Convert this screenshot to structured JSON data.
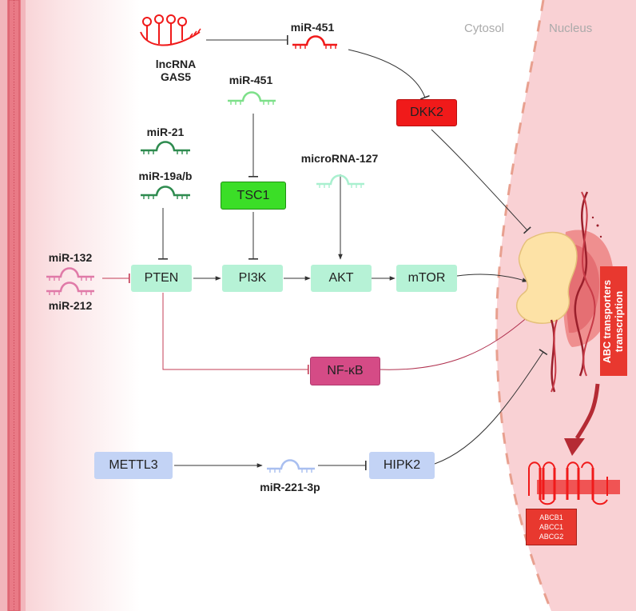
{
  "regions": {
    "cytosol": "Cytosol",
    "nucleus": "Nucleus"
  },
  "labels": {
    "lncrna_line1": "lncRNA",
    "lncrna_line2": "GAS5",
    "mir451_top": "miR-451",
    "mir451_mid": "miR-451",
    "mir21": "miR-21",
    "mir19": "miR-19a/b",
    "microrna127": "microRNA-127",
    "mir132": "miR-132",
    "mir212": "miR-212",
    "mir221": "miR-221-3p"
  },
  "nodes": {
    "dkk2": "DKK2",
    "tsc1": "TSC1",
    "pten": "PTEN",
    "pi3k": "PI3K",
    "akt": "AKT",
    "mtor": "mTOR",
    "nfkb": "NF-κB",
    "mettl3": "METTL3",
    "hipk2": "HIPK2"
  },
  "abc": {
    "tag_line1": "ABC transporters",
    "tag_line2": "transcription",
    "genes": [
      "ABCB1",
      "ABCC1",
      "ABCG2"
    ]
  },
  "colors": {
    "membrane": "#e65a6b",
    "nucleus_fill": "#f9d3d5",
    "red": "#f01a1a",
    "dark_green": "#2e8b4f",
    "light_green": "#7ee08a",
    "mint": "#a9f0cf",
    "pink": "#e07aa8",
    "light_blue": "#a9bff0",
    "nfkb": "#d54b86",
    "tsc1": "#3bde27"
  }
}
